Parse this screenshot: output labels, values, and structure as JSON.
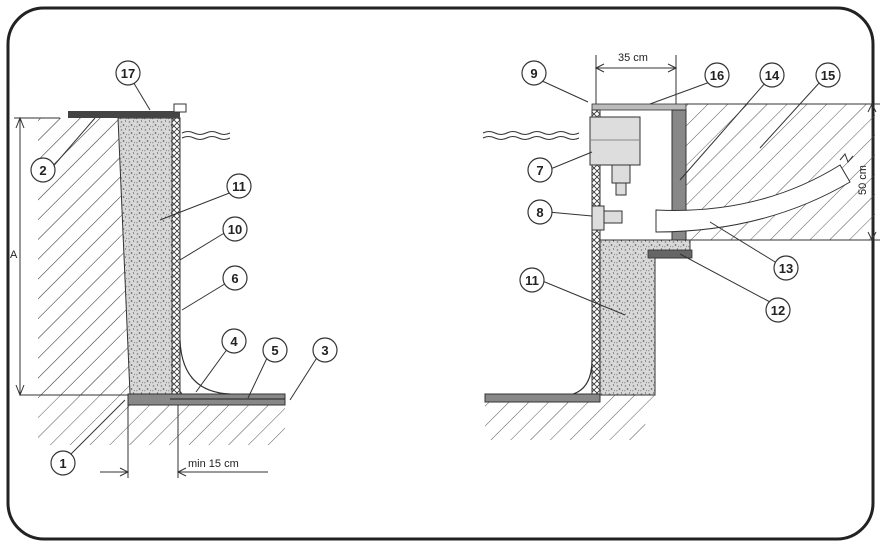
{
  "callouts": {
    "c1": "1",
    "c2": "2",
    "c3": "3",
    "c4": "4",
    "c5": "5",
    "c6": "6",
    "c7": "7",
    "c8": "8",
    "c9": "9",
    "c10": "10",
    "c11a": "11",
    "c11b": "11",
    "c12": "12",
    "c13": "13",
    "c14": "14",
    "c15": "15",
    "c16": "16",
    "c17": "17"
  },
  "dimensions": {
    "min_gap": "min 15 cm",
    "width_top": "35 cm",
    "depth_right": "50 cm",
    "height_left": "A"
  },
  "colors": {
    "frame": "#222222",
    "line": "#333333",
    "concrete": "#c8c8c8",
    "coping": "#444444",
    "skimmer": "#dddddd"
  }
}
